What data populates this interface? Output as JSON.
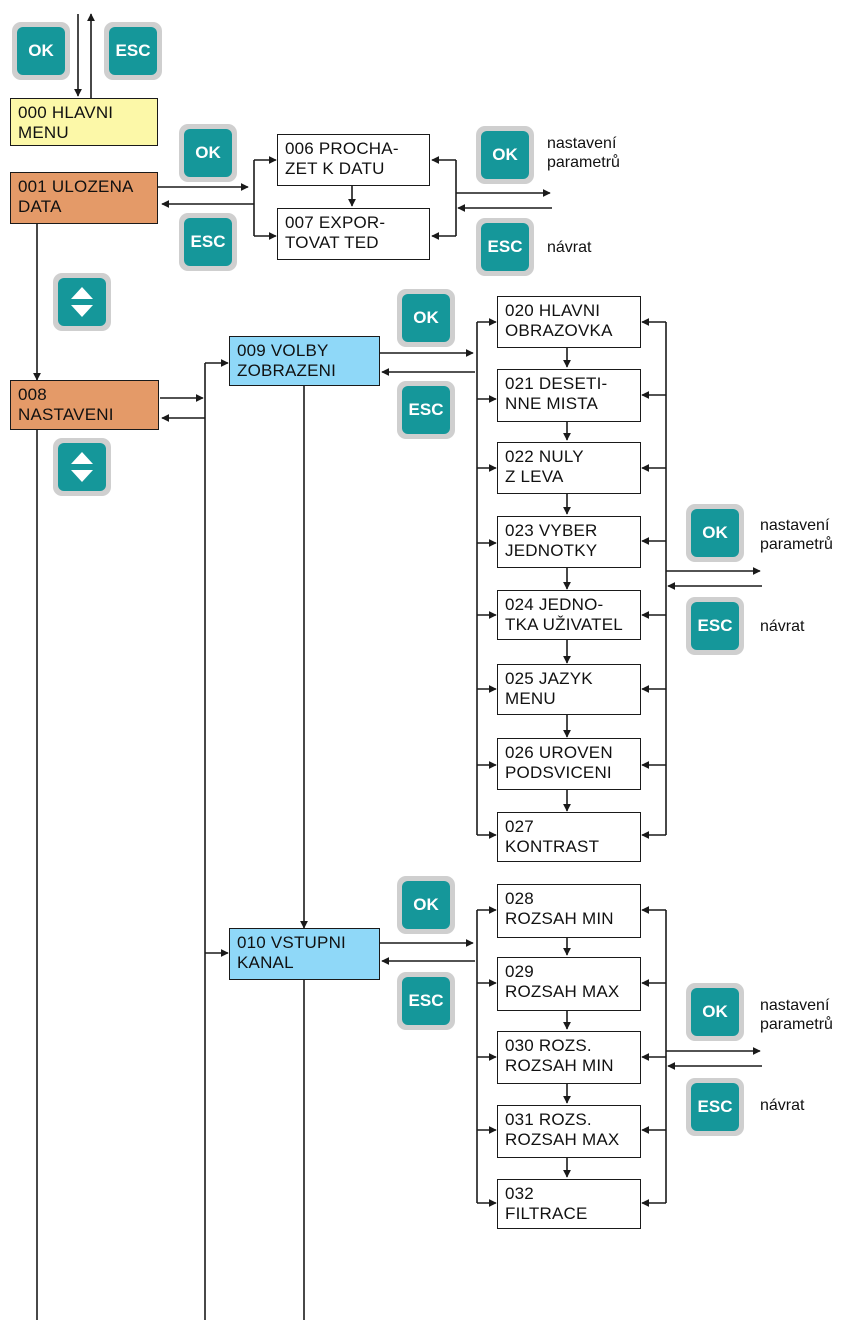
{
  "colors": {
    "button": "#15979a",
    "button_frame": "#cfcfcf",
    "main_menu": "#fcf8a8",
    "top_level": "#e49a68",
    "submenu": "#8fd8f8",
    "leaf": "#ffffff",
    "line": "#1a1a1a"
  },
  "boxes": {
    "b000": {
      "l1": "000   HLAVNI",
      "l2": "MENU"
    },
    "b001": {
      "l1": "001   ULOZENA",
      "l2": "DATA"
    },
    "b006": {
      "l1": "006   PROCHA-",
      "l2": "ZET K DATU"
    },
    "b007": {
      "l1": "007   EXPOR-",
      "l2": "TOVAT TED"
    },
    "b008": {
      "l1": "008",
      "l2": "NASTAVENI"
    },
    "b009": {
      "l1": "009   VOLBY",
      "l2": "ZOBRAZENI"
    },
    "b010": {
      "l1": "010   VSTUPNI",
      "l2": "KANAL"
    },
    "b020": {
      "l1": "020   HLAVNI",
      "l2": "OBRAZOVKA"
    },
    "b021": {
      "l1": "021   DESETI-",
      "l2": "NNE MISTA"
    },
    "b022": {
      "l1": "022   NULY",
      "l2": "Z LEVA"
    },
    "b023": {
      "l1": "023   VYBER",
      "l2": "JEDNOTKY"
    },
    "b024": {
      "l1": "024   JEDNO-",
      "l2": "TKA UŽIVATEL"
    },
    "b025": {
      "l1": "025   JAZYK",
      "l2": "MENU"
    },
    "b026": {
      "l1": "026   UROVEN",
      "l2": "PODSVICENI"
    },
    "b027": {
      "l1": "027",
      "l2": "KONTRAST"
    },
    "b028": {
      "l1": "028",
      "l2": "ROZSAH MIN"
    },
    "b029": {
      "l1": "029",
      "l2": "ROZSAH MAX"
    },
    "b030": {
      "l1": "030   ROZS.",
      "l2": "ROZSAH MIN"
    },
    "b031": {
      "l1": "031   ROZS.",
      "l2": "ROZSAH MAX"
    },
    "b032": {
      "l1": "032",
      "l2": "FILTRACE"
    }
  },
  "buttons": {
    "ok": "OK",
    "esc": "ESC",
    "arrows_icon": "up-down-arrows-icon"
  },
  "notes": {
    "settings_line1": "nastavení",
    "settings_line2": "parametrů",
    "back": "návrat"
  }
}
